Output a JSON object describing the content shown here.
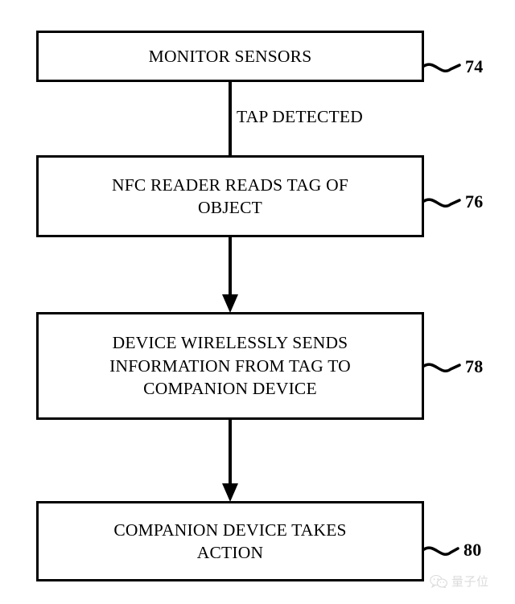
{
  "figure": {
    "type": "patent-flowchart",
    "background": "#ffffff",
    "line_color": "#000000",
    "nodes": [
      {
        "id": "74",
        "ref": "74",
        "text": "MONITOR SENSORS"
      },
      {
        "id": "76",
        "ref": "76",
        "text": "NFC READER READS TAG OF\nOBJECT"
      },
      {
        "id": "78",
        "ref": "78",
        "text": "DEVICE WIRELESSLY SENDS\nINFORMATION FROM TAG TO\nCOMPANION DEVICE"
      },
      {
        "id": "80",
        "ref": "80",
        "text": "COMPANION DEVICE TAKES\nACTION"
      }
    ],
    "edges": [
      {
        "from": "74",
        "to": "76",
        "label": "TAP DETECTED",
        "arrowhead": false
      },
      {
        "from": "76",
        "to": "78",
        "label": "",
        "arrowhead": true
      },
      {
        "from": "78",
        "to": "80",
        "label": "",
        "arrowhead": true
      }
    ]
  },
  "watermark": {
    "text": "量子位",
    "icon": "wechat-bubble-icon",
    "color": "#8a8a8a"
  }
}
